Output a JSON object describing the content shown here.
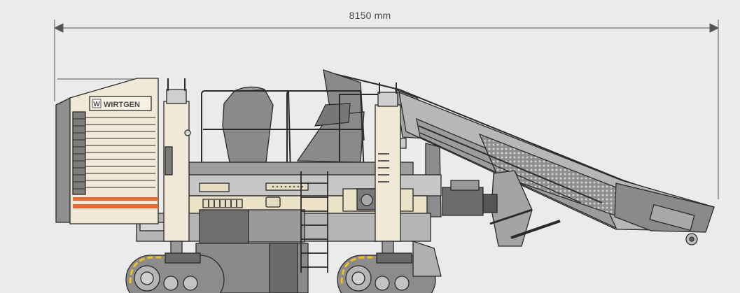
{
  "dimension": {
    "label": "8150 mm"
  },
  "brand": {
    "name": "WIRTGEN",
    "logo_letter": "W"
  },
  "colors": {
    "background": "#ebebeb",
    "outline": "#2a2a2a",
    "body_cream": "#efe6d2",
    "dark_gray": "#6d6d6d",
    "mid_gray": "#9a9a9a",
    "light_gray": "#b9b9b9",
    "stripe_orange": "#e36a35",
    "track_highlight": "#f0c020"
  }
}
